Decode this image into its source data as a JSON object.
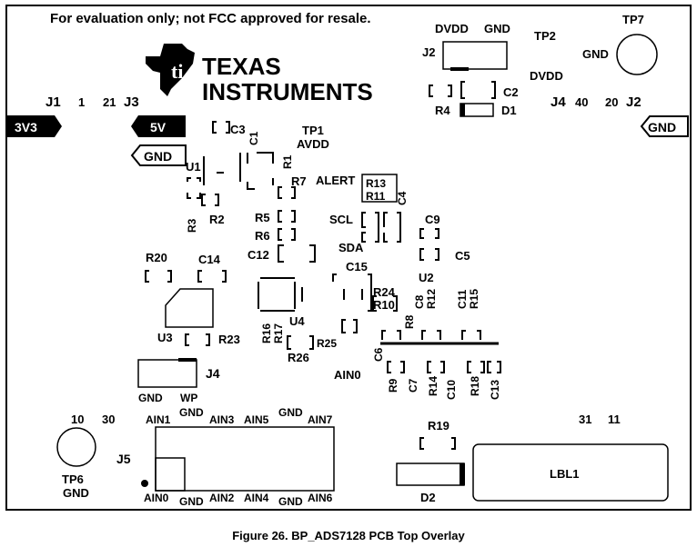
{
  "notice": "For evaluation only; not FCC approved for resale.",
  "logo": {
    "line1": "TEXAS",
    "line2": "INSTRUMENTS"
  },
  "caption": "Figure 26. BP_ADS7128 PCB Top Overlay",
  "tags": {
    "v3v3": "3V3",
    "v5": "5V",
    "gnd_left": "GND",
    "gnd_right": "GND"
  },
  "labels": {
    "j1": "J1",
    "p1": "1",
    "p21": "21",
    "j3": "J3",
    "j4top": "J4",
    "p40": "40",
    "p20": "20",
    "j2r": "J2",
    "j2": "J2",
    "dvdd1": "DVDD",
    "gnd1": "GND",
    "tp2": "TP2",
    "dvdd2": "DVDD",
    "tp7": "TP7",
    "gndtp7": "GND",
    "c2": "C2",
    "r4": "R4",
    "d1": "D1",
    "c3": "C3",
    "c1": "C1",
    "tp1": "TP1",
    "avdd": "AVDD",
    "u1": "U1",
    "r1": "R1",
    "r7": "R7",
    "alert": "ALERT",
    "r13": "R13",
    "r11": "R11",
    "c4": "C4",
    "r3": "R3",
    "r2": "R2",
    "r5": "R5",
    "r6": "R6",
    "scl": "SCL",
    "c9": "C9",
    "c12": "C12",
    "sda": "SDA",
    "c5": "C5",
    "r20": "R20",
    "c14": "C14",
    "c15": "C15",
    "u2": "U2",
    "r24": "R24",
    "r10": "R10",
    "c8": "C8",
    "r12": "R12",
    "c11": "C11",
    "r15": "R15",
    "r16": "R16",
    "r17": "R17",
    "u4": "U4",
    "r8": "R8",
    "u3": "U3",
    "r23": "R23",
    "r25": "R25",
    "r26": "R26",
    "c6": "C6",
    "j4": "J4",
    "ain0top": "AIN0",
    "r9": "R9",
    "c7": "C7",
    "r14": "R14",
    "c10": "C10",
    "r18": "R18",
    "c13": "C13",
    "gnd_j4": "GND",
    "wp": "WP",
    "p10": "10",
    "p30": "30",
    "p31": "31",
    "p11": "11",
    "ain1": "AIN1",
    "gnd_t1": "GND",
    "ain3": "AIN3",
    "ain5": "AIN5",
    "gnd_t2": "GND",
    "ain7": "AIN7",
    "r19": "R19",
    "j5": "J5",
    "lbl1": "LBL1",
    "tp6": "TP6",
    "gnd_tp6": "GND",
    "ain0": "AIN0",
    "gnd_b1": "GND",
    "ain2": "AIN2",
    "ain4": "AIN4",
    "gnd_b2": "GND",
    "ain6": "AIN6",
    "d2": "D2"
  }
}
